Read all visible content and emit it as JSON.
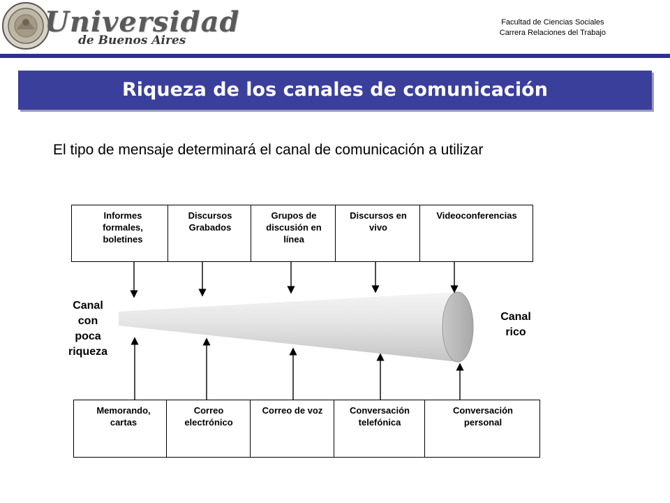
{
  "header": {
    "logo_name": "Universidad",
    "logo_sub": "de Buenos Aires",
    "faculty": "Facultad de Ciencias Sociales",
    "career": "Carrera  Relaciones del Trabajo"
  },
  "slide": {
    "title": "Riqueza de los canales de comunicación",
    "subtitle": "El tipo de mensaje determinará el canal de comunicación a utilizar"
  },
  "diagram": {
    "left_label": "Canal\ncon\npoca\nriqueza",
    "right_label": "Canal\nrico",
    "top_items": [
      "Informes\nformales,\nboletines",
      "Discursos\nGrabados",
      "Grupos de\ndiscusión en\nlínea",
      "Discursos en\nvivo",
      "Videoconferencias"
    ],
    "bottom_items": [
      "Memorando,\ncartas",
      "Correo\nelectrónico",
      "Correo de voz",
      "Conversación\ntelefónica",
      "Conversación\npersonal"
    ],
    "colors": {
      "title_band": "#3a3f9c",
      "top_bar": "#2e3192",
      "funnel_light": "#eeeeee",
      "funnel_dark": "#b8b8b8"
    }
  }
}
